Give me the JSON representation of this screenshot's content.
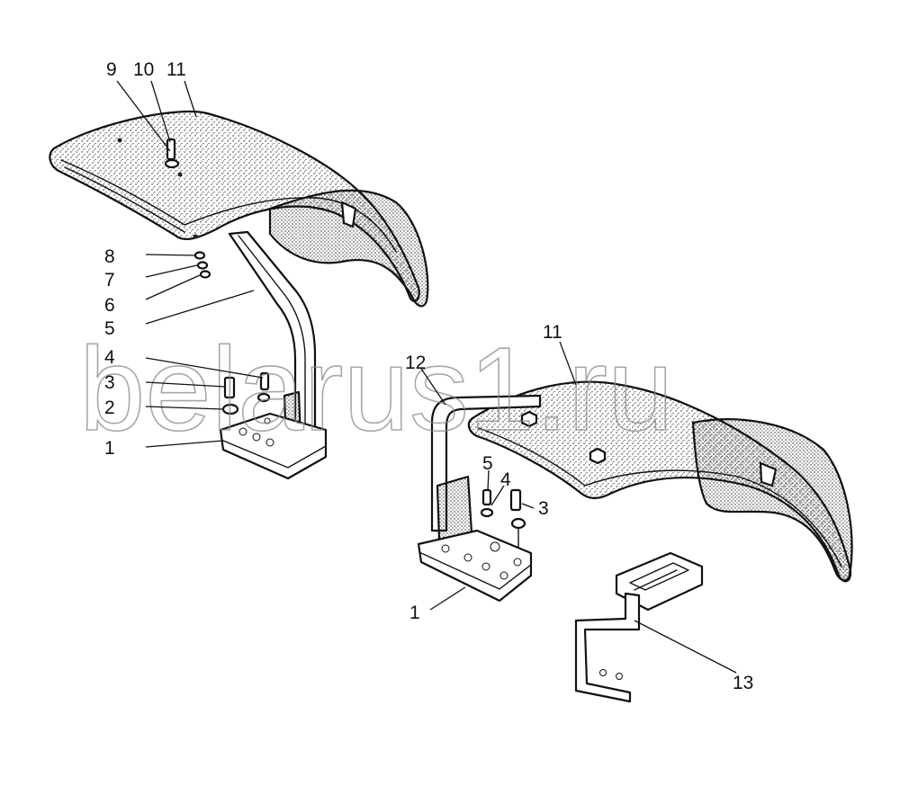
{
  "watermark": "belarus1.ru",
  "callouts": {
    "left_9": "9",
    "left_10": "10",
    "left_11": "11",
    "left_8": "8",
    "left_7": "7",
    "left_6": "6",
    "left_5": "5",
    "left_4": "4",
    "left_3": "3",
    "left_2": "2",
    "left_1": "1",
    "right_11": "11",
    "right_12": "12",
    "right_5": "5",
    "right_4": "4",
    "right_3": "3",
    "right_1": "1",
    "right_13": "13"
  }
}
